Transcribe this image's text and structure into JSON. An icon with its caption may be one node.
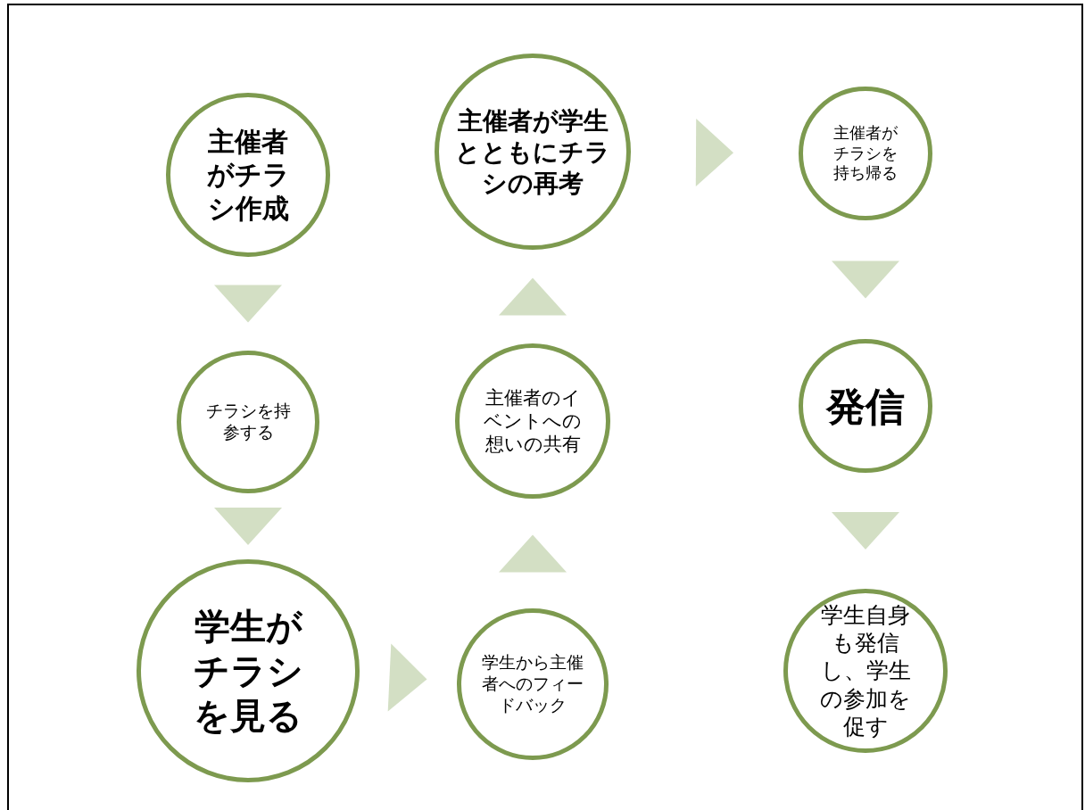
{
  "diagram": {
    "nodes": [
      {
        "text": [
          "主催者がチラシ作成"
        ]
      },
      {
        "text": [
          "チラシを持参する"
        ]
      },
      {
        "text": [
          "学生がチラシを見る"
        ]
      },
      {
        "text": [
          "学生から主催者へのフィードバック"
        ]
      },
      {
        "text": [
          "主催者のイベントへの想いの共有"
        ]
      },
      {
        "text": [
          "主催者が学生とともにチラシの再考"
        ]
      },
      {
        "text": [
          "主催者がチラシを持ち帰る"
        ]
      },
      {
        "text": [
          "発信"
        ]
      },
      {
        "text": [
          "学生自身も発信し、学生の参加を促す"
        ]
      }
    ],
    "edges": [
      {
        "from": 0,
        "to": 1,
        "arrow": "to"
      },
      {
        "from": 1,
        "to": 2,
        "arrow": "to"
      },
      {
        "from": 2,
        "to": 3,
        "arrow": "to"
      },
      {
        "from": 3,
        "to": 4,
        "arrow": "to"
      },
      {
        "from": 4,
        "to": 5,
        "arrow": "to"
      },
      {
        "from": 5,
        "to": 6,
        "arrow": "to"
      },
      {
        "from": 6,
        "to": 7,
        "arrow": "to"
      },
      {
        "from": 7,
        "to": 8,
        "arrow": "to"
      }
    ]
  }
}
